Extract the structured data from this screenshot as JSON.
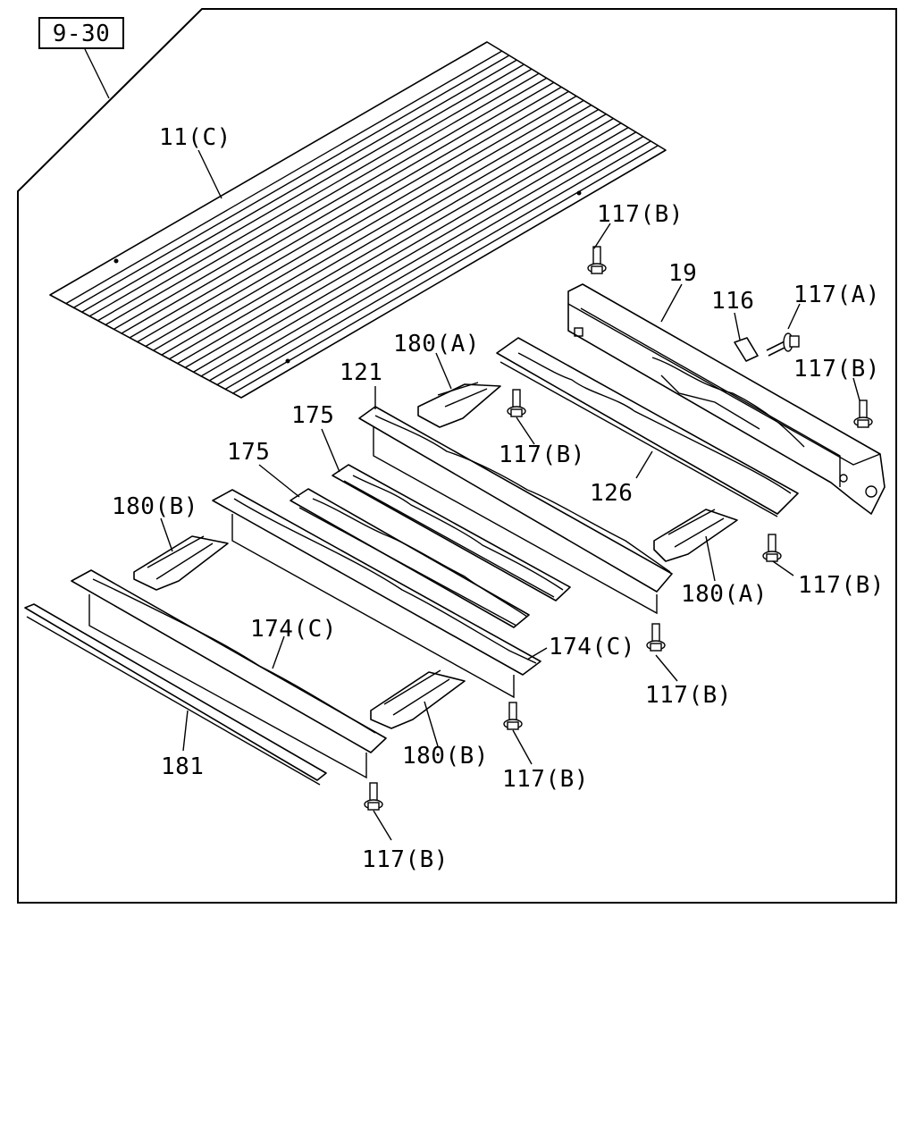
{
  "section_ref": "9-30",
  "labels": {
    "floor_panel": "11(C)",
    "bolt_top": "117(B)",
    "rear_sill": "19",
    "clip": "116",
    "bolt_a": "117(A)",
    "bolt_right": "117(B)",
    "bracket_a_top": "180(A)",
    "member_121": "121",
    "bolt_mid": "117(B)",
    "member_126": "126",
    "member_175_a": "175",
    "member_175_b": "175",
    "bracket_b_left": "180(B)",
    "bracket_a_right": "180(A)",
    "bolt_right_low": "117(B)",
    "member_174_left": "174(C)",
    "member_174_right": "174(C)",
    "bolt_center_low": "117(B)",
    "sill_181": "181",
    "bracket_b_bottom": "180(B)",
    "bolt_bottom_mid": "117(B)",
    "bolt_bottom": "117(B)"
  }
}
